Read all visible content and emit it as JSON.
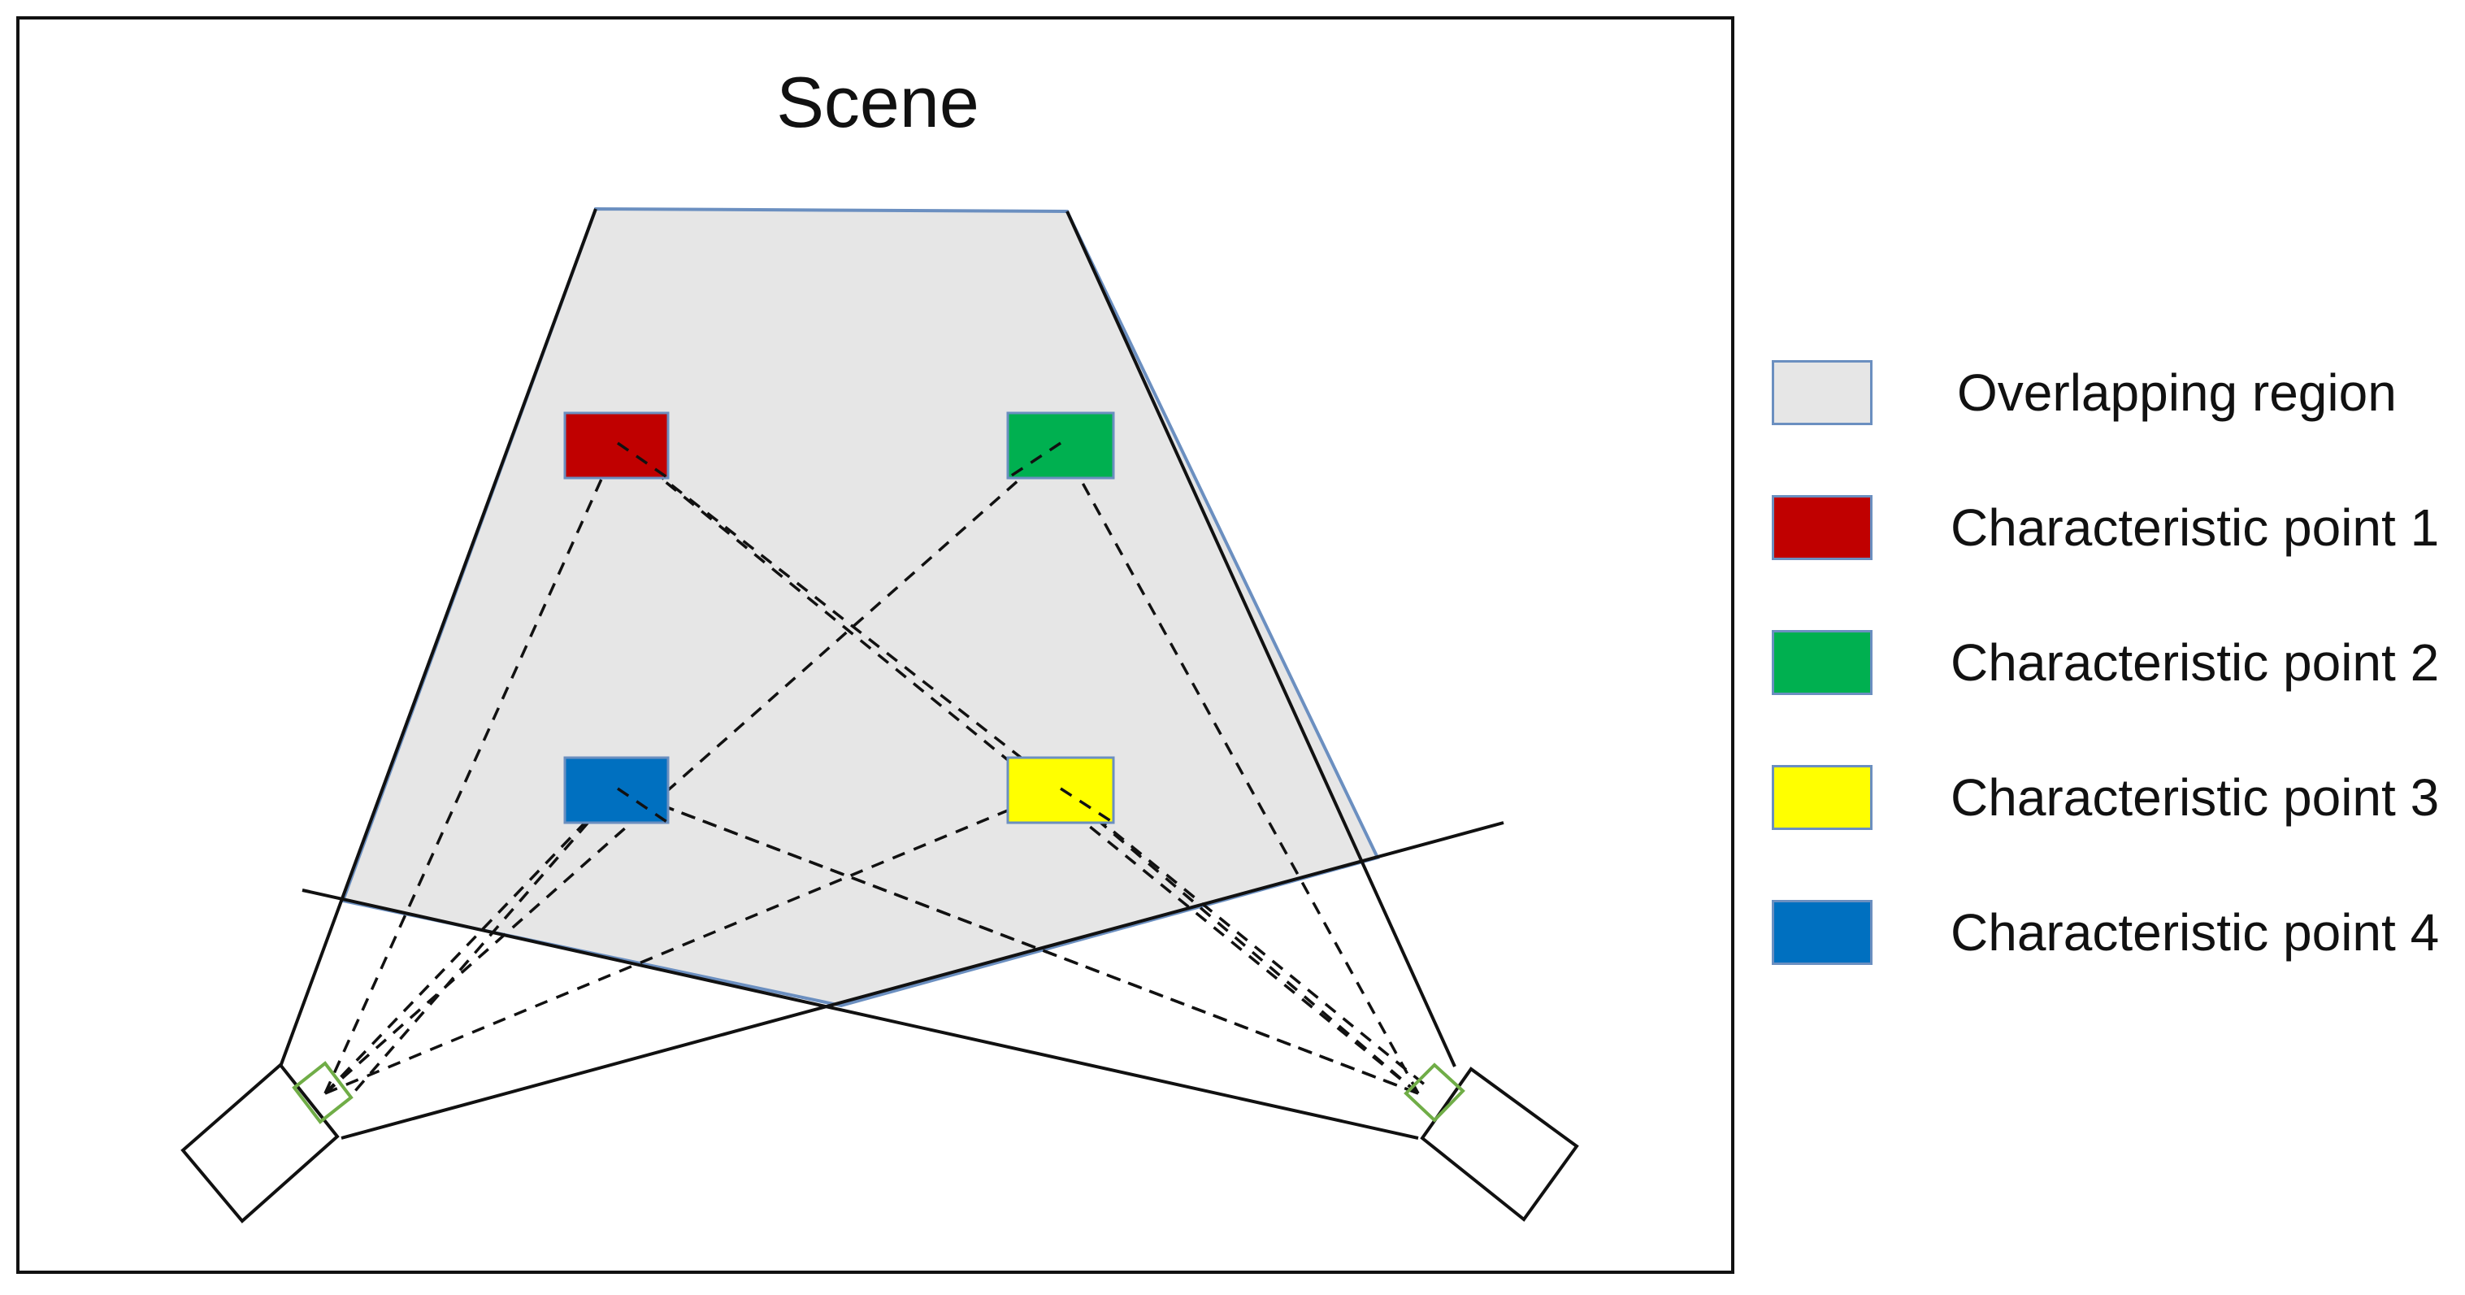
{
  "scene": {
    "title": "Scene"
  },
  "legend": {
    "items": [
      {
        "label": "Overlapping region",
        "color": "#e6e6e6"
      },
      {
        "label": "Characteristic point 1",
        "color": "#c00000"
      },
      {
        "label": "Characteristic point 2",
        "color": "#00b050"
      },
      {
        "label": "Characteristic point 3",
        "color": "#ffff00"
      },
      {
        "label": "Characteristic point 4",
        "color": "#0070c0"
      }
    ]
  },
  "colors": {
    "overlap_fill": "#e6e6e6",
    "overlap_edge": "#6b8fc0",
    "line": "#111111",
    "sensor_outline": "#70ad47",
    "point_border": "#6b8fc0"
  },
  "icons": {
    "left_camera": "camera-icon",
    "right_camera": "camera-icon"
  }
}
